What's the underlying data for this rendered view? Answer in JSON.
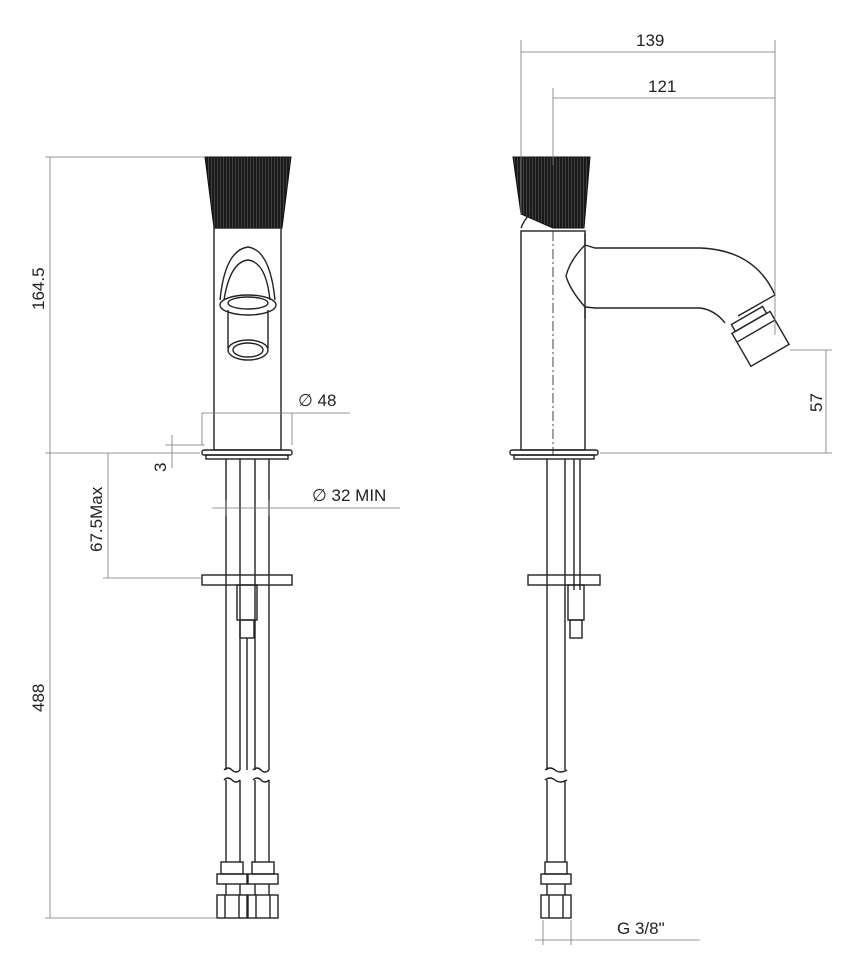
{
  "title": "Bidet mixer technical drawing",
  "dimensions": {
    "overall_height": "164.5",
    "flexible_length": "488",
    "max_deck_thickness": "67.5Max",
    "base_gap": "3",
    "body_diameter": "∅ 48",
    "hole_diameter": "∅ 32 MIN",
    "overall_depth": "139",
    "spout_reach": "121",
    "spout_height": "57",
    "connection_thread": "G 3/8\""
  },
  "colors": {
    "line": "#222222",
    "dimension": "#777777",
    "handle": "#1a1a1a"
  }
}
